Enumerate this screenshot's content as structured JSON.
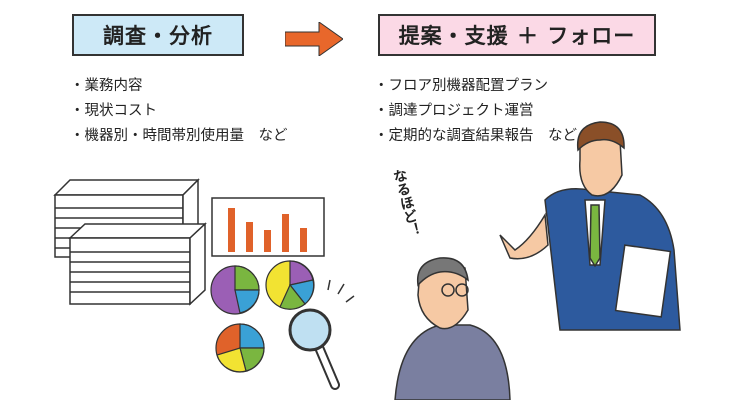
{
  "left_label": "調査・分析",
  "right_label": "提案・支援 ＋ フォロー",
  "left_items": [
    "業務内容",
    "現状コスト",
    "機器別・時間帯別使用量　など"
  ],
  "right_items": [
    "フロア別機器配置プラン",
    "調達プロジェクト運営",
    "定期的な調査結果報告　など"
  ],
  "exclamation": "なるほど！",
  "colors": {
    "left_box_fill": "#cde9f7",
    "right_box_fill": "#fbd9e6",
    "arrow": "#e8672b",
    "suit": "#2d5a9e",
    "tie": "#7ab640",
    "bar": "#e0622a"
  },
  "icons": [
    "document-stack-icon",
    "bar-chart-icon",
    "pie-chart-icon",
    "magnifier-icon",
    "arrow-right-icon"
  ]
}
